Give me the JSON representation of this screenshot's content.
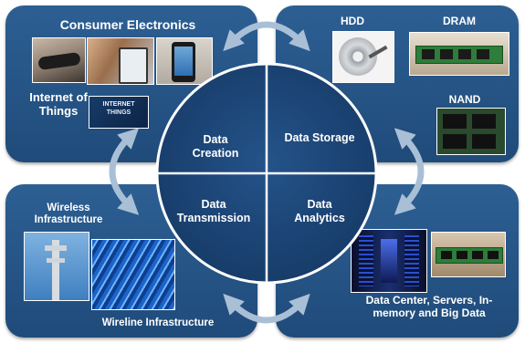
{
  "quadrants": {
    "top_left": {
      "title": "Consumer Electronics",
      "iot_label": "Internet of Things",
      "iot_screen_text": "INTERNET THINGS"
    },
    "top_right": {
      "hdd": "HDD",
      "dram": "DRAM",
      "nand": "NAND"
    },
    "bottom_left": {
      "wireless": "Wireless Infrastructure",
      "wireline": "Wireline Infrastructure"
    },
    "bottom_right": {
      "caption": "Data Center, Servers, In-memory and Big Data"
    }
  },
  "circle": {
    "creation": "Data Creation",
    "storage": "Data Storage",
    "transmission": "Data Transmission",
    "analytics": "Data Analytics"
  },
  "colors": {
    "panel": "#2a5a8c",
    "circle": "#1d4575",
    "arrow": "#a9bfd6"
  }
}
